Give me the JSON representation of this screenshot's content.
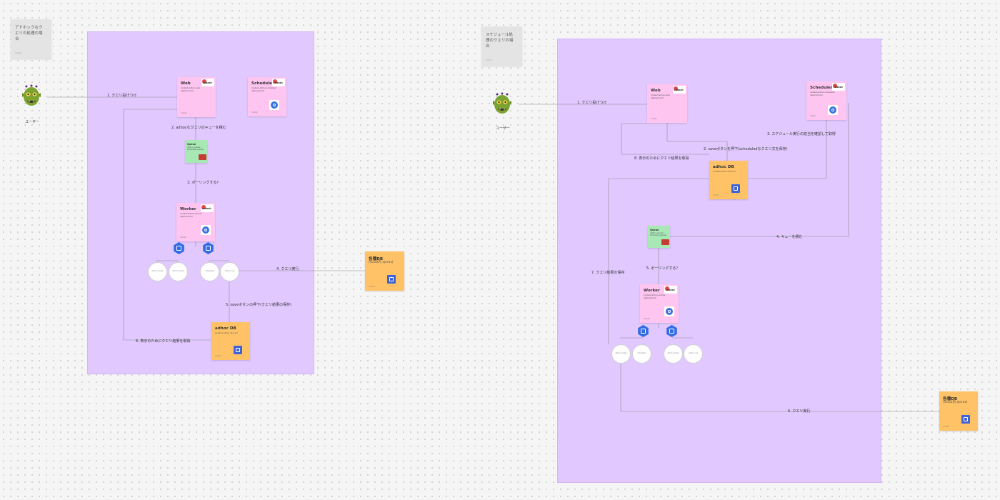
{
  "left": {
    "note": {
      "text": "アドホックなクエリの処理の場合",
      "author": "Yoshiki"
    },
    "user_label": "ユーザー",
    "web": {
      "title": "Web",
      "sub": "(redash-adhoc-web deployment)",
      "author": "Yoshiki"
    },
    "scheduler": {
      "title": "Scheduler",
      "sub": "(redash-adhoc-scheduler deployment)",
      "author": "Yoshiki"
    },
    "queue": {
      "title": "Queue",
      "sub": "(adhoc_queries / scheduled_queries)",
      "author": ""
    },
    "worker": {
      "title": "Worker",
      "sub": "(redash-adhoc-worker deployment)",
      "author": "Yoshiki"
    },
    "pods": [
      "adhoc-worker",
      "adhoc-worker",
      "scheduled",
      "adhoc-n-sa"
    ],
    "db": {
      "title": "adhoc DB",
      "sub": "(redash-adhoc-db-xxx)",
      "author": "Yoshiki"
    },
    "dwh": {
      "title": "各種DB",
      "sub": "(scout内 ajeras)",
      "author": "Yoshiki"
    },
    "steps": {
      "s1": "1. クエリ投げつけ",
      "s2": "2. adhocなクエリのキューを積む",
      "s3": "3. ポーリングする？",
      "s4": "4. クエリ実行",
      "s5": "5. saveボタンの押下(クエリ結果の保存)",
      "s6": "6. 表示のためにクエリ結果を取得"
    }
  },
  "right": {
    "note": {
      "text": "スケジュール処理のクエリの場合",
      "author": "Yoshiki"
    },
    "user_label": "ユーザー",
    "web": {
      "title": "Web",
      "sub": "(redash-adhoc-web deployment)",
      "author": "Yoshiki"
    },
    "scheduler": {
      "title": "Scheduler",
      "sub": "(redash-adhoc-scheduler deployment)",
      "author": "Yoshiki"
    },
    "db": {
      "title": "adhoc DB",
      "sub": "(redash-adhoc-db-xxx)",
      "author": "Yoshiki"
    },
    "queue": {
      "title": "Queue",
      "sub": "(adhoc_queries / scheduled_queries)",
      "author": ""
    },
    "worker": {
      "title": "Worker",
      "sub": "(redash-adhoc-worker deployment)",
      "author": "Yoshiki"
    },
    "pods": [
      "adhoc-worker",
      "scheduled",
      "adhoc-worker",
      "adhoc-n-sa"
    ],
    "dwh": {
      "title": "各種DB",
      "sub": "(scout内 ajeras)",
      "author": "Yoshiki"
    },
    "steps": {
      "s1": "1. クエリ投げつけ",
      "s2": "2. saveボタンを押下(scheduledなクエリ文を保存)",
      "s3": "3. スケジュール実行の割当を確認して取得",
      "s4": "4. キューを積む",
      "s5": "5. ポーリングする？",
      "s6": "6. クエリ実行",
      "s7": "7. クエリ結果の保存",
      "s8": "8. 表示のためにクエリ結果を取得"
    }
  },
  "logo_text": "redash",
  "colors": {
    "frame": "#e1c8ff",
    "pink": "#fec5f1",
    "orange": "#ffc266",
    "green": "#a7e8b5",
    "k8s": "#326ce5"
  }
}
